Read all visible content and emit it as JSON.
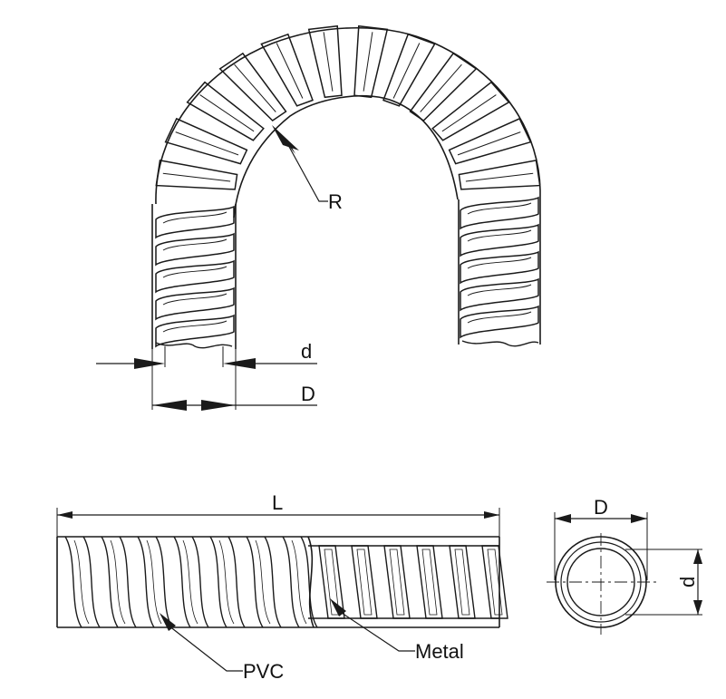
{
  "labels": {
    "bend_radius": "R",
    "inner_diameter": "d",
    "outer_diameter": "D",
    "length": "L",
    "pvc": "PVC",
    "metal": "Metal",
    "section_outer": "D",
    "section_inner": "d"
  },
  "colors": {
    "stroke": "#1a1a1a",
    "background": "#ffffff"
  }
}
